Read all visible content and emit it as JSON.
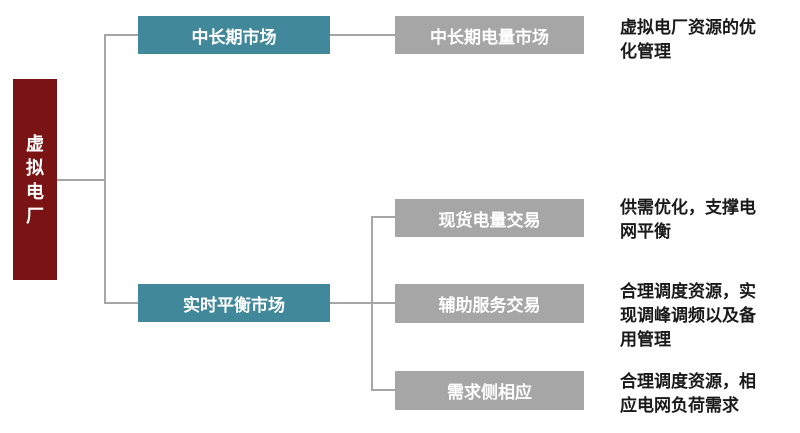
{
  "diagram": {
    "root": {
      "label": "虚拟电厂",
      "chars": [
        "虚",
        "拟",
        "电",
        "厂"
      ]
    },
    "level1": {
      "mid_long_term_market": {
        "label": "中长期市场"
      },
      "realtime_balance_market": {
        "label": "实时平衡市场"
      }
    },
    "level2": {
      "mid_long_term_energy_market": {
        "label": "中长期电量市场"
      },
      "spot_energy_trading": {
        "label": "现货电量交易"
      },
      "ancillary_service_trading": {
        "label": "辅助服务交易"
      },
      "demand_side_response": {
        "label": "需求侧相应"
      }
    },
    "annotations": [
      {
        "lines": [
          "虚拟电厂资源的优",
          "化管理"
        ]
      },
      {
        "lines": [
          "供需优化，支撑电",
          "网平衡"
        ]
      },
      {
        "lines": [
          "合理调度资源，实",
          "现调峰调频以及备",
          "用管理"
        ]
      },
      {
        "lines": [
          "合理调度资源，相",
          "应电网负荷需求"
        ]
      }
    ],
    "colors": {
      "root": "#7A1414",
      "teal": "#41889B",
      "gray": "#A6A6A6",
      "line": "#A6A6A6",
      "text": "#1A1A1A"
    }
  }
}
